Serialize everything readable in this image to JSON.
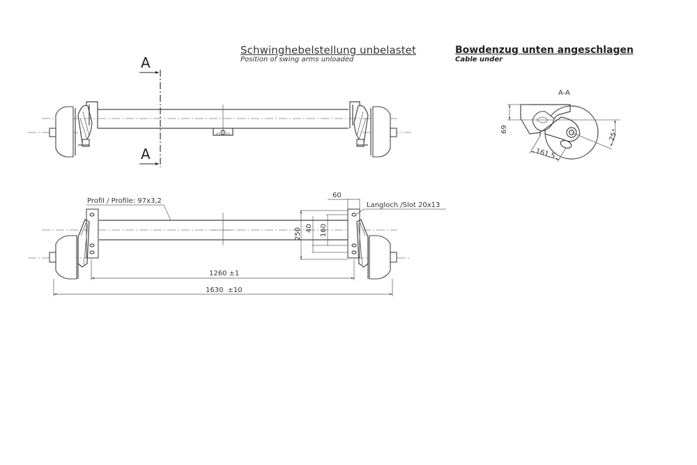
{
  "headings": {
    "swing_arm_title": "Schwinghebelstellung unbelastet",
    "swing_arm_subtitle": "Position of swing arms unloaded",
    "cable_title": "Bowdenzug unten angeschlagen",
    "cable_subtitle": "Cable under"
  },
  "top_view": {
    "section_marker_top": "A",
    "section_marker_bottom": "A"
  },
  "section_view": {
    "label": "A-A",
    "dim_height": "69",
    "dim_length": "161,5",
    "dim_angle": "25°"
  },
  "front_view": {
    "profile_label": "Profil / Profile: 97x3,2",
    "slot_label": "Langloch /Slot 20x13",
    "dim_60": "60",
    "dim_250": "250",
    "dim_40": "40",
    "dim_160": "160",
    "dim_1260": "1260",
    "dim_1260_tol": "±1",
    "dim_1630": "1630",
    "dim_1630_tol": "±10"
  }
}
